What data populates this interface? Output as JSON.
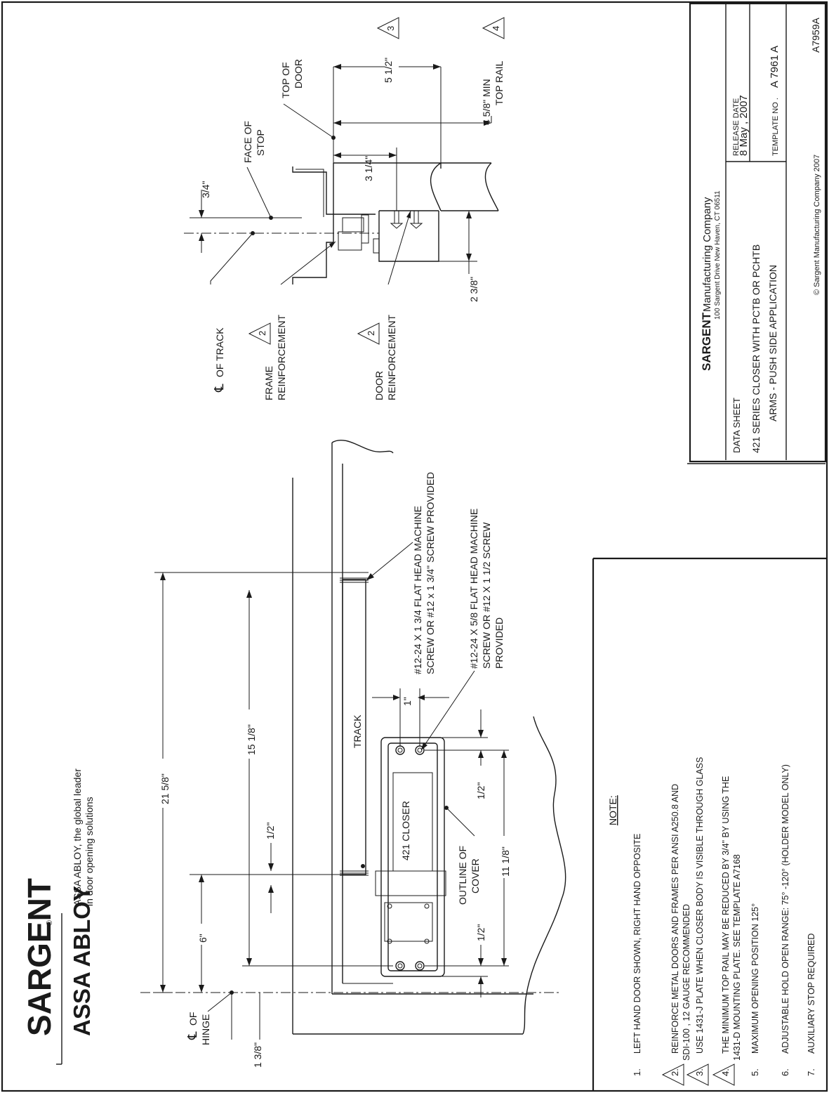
{
  "brand": {
    "logo_sargent": "SARGENT",
    "logo_assa": "ASSA ABLOY",
    "tagline_1": "ASSA ABLOY, the global leader",
    "tagline_2": "in door opening solutions"
  },
  "dimensions": {
    "d_21_5_8": "21 5/8\"",
    "d_15_1_8": "15 1/8\"",
    "d_6": "6\"",
    "d_1_2_top": "1/2\"",
    "d_1_3_8": "1 3/8\"",
    "d_1": "1\"",
    "d_1_2_a": "1/2\"",
    "d_1_2_b": "1/2\"",
    "d_11_1_8": "11 1/8\"",
    "d_3_4": "3/4\"",
    "d_3_1_4": "3 1/4\"",
    "d_5_1_2": "5 1/2\"",
    "d_2_3_8": "2 3/8\"",
    "d_4_5_8_1": "4 5/8\" MIN",
    "d_4_5_8_2": "TOP RAIL"
  },
  "labels": {
    "cl_hinge_1": "OF",
    "cl_hinge_2": "HINGE",
    "track": "TRACK",
    "closer": "421 CLOSER",
    "outline_1": "OUTLINE OF",
    "outline_2": "COVER",
    "screw1_1": "#12-24 X 1 3/4 FLAT HEAD MACHINE",
    "screw1_2": "SCREW OR #12 x 1 3/4\" SCREW PROVIDED",
    "screw2_1": "#12-24 X 5/8 FLAT HEAD MACHINE",
    "screw2_2": "SCREW OR #12 X 1 1/2 SCREW",
    "screw2_3": "PROVIDED",
    "cl_track": "OF TRACK",
    "frame_1": "FRAME",
    "frame_2": "REINFORCEMENT",
    "door_1": "DOOR",
    "door_2": "REINFORCEMENT",
    "face_1": "FACE OF",
    "face_2": "STOP",
    "top_1": "TOP OF",
    "top_2": "DOOR",
    "tri_2a": "2",
    "tri_2b": "2",
    "tri_3": "3",
    "tri_4": "4"
  },
  "notes": {
    "title": "NOTE:",
    "items": [
      {
        "num": "1.",
        "lines": [
          "LEFT HAND DOOR SHOWN, RIGHT HAND OPPOSITE"
        ]
      },
      {
        "num": "2.",
        "lines": [
          "REINFORCE METAL DOORS AND FRAMES PER ANSI A250.8 AND",
          "SDI-100 , 12 GAUGE RECOMMENDED"
        ]
      },
      {
        "num": "3.",
        "lines": [
          "USE 1431-J PLATE WHEN CLOSER BODY IS VISIBLE THROUGH GLASS"
        ]
      },
      {
        "num": "4.",
        "lines": [
          "THE MINIMUM TOP RAIL MAY BE REDUCED BY 3/4\" BY USING THE",
          "1431-D MOUNTING PLATE.  SEE TEMPLATE A7168"
        ]
      },
      {
        "num": "5.",
        "lines": [
          "MAXIMUM OPENING POSITION 125°"
        ]
      },
      {
        "num": "6.",
        "lines": [
          "ADJUSTABLE HOLD OPEN RANGE: 75° -120° (HOLDER MODEL ONLY)"
        ]
      },
      {
        "num": "7.",
        "lines": [
          "AUXILIARY STOP REQUIRED"
        ]
      }
    ]
  },
  "title_block": {
    "company_logo": "SARGENT",
    "company_rest": " Manufacturing Company",
    "address": "100 Sargent Drive New Haven, CT 06511",
    "data_sheet": "DATA SHEET",
    "product_1": "421 SERIES CLOSER WITH PCTB OR PCHTB",
    "product_2": "ARMS - PUSH SIDE APPLICATION",
    "release_label": "RELEASE DATE",
    "release_date": "8 May , 2007",
    "template_label": "TEMPLATE NO .",
    "template_no": "A 7961 A",
    "copyright": "© Sargent Manufacturing Company 2007",
    "doc_id": "A7959A"
  }
}
